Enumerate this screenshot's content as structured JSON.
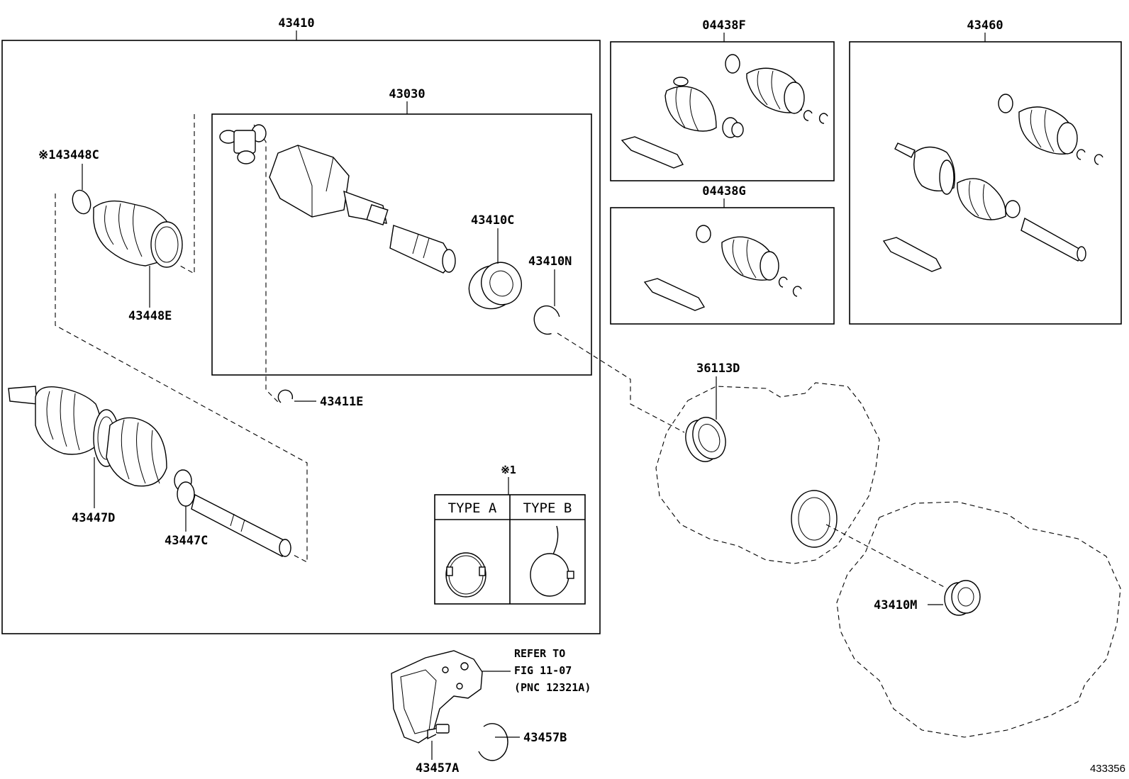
{
  "labels": {
    "p43410": "43410",
    "p43030": "43030",
    "p04438F": "04438F",
    "p04438G": "04438G",
    "p43460": "43460",
    "p43448C": "※143448C",
    "p43448E": "43448E",
    "p43410C": "43410C",
    "p43410N": "43410N",
    "p43411E": "43411E",
    "p36113D": "36113D",
    "p43447D": "43447D",
    "p43447C": "43447C",
    "p43410M": "43410M",
    "p43457A": "43457A",
    "p43457B": "43457B",
    "note_mark": "※1"
  },
  "type_table": {
    "type_a": "TYPE  A",
    "type_b": "TYPE  B"
  },
  "refer": {
    "line1": "REFER TO",
    "line2": "FIG 11-07",
    "line3": "(PNC 12321A)"
  },
  "figure_number": "433356"
}
